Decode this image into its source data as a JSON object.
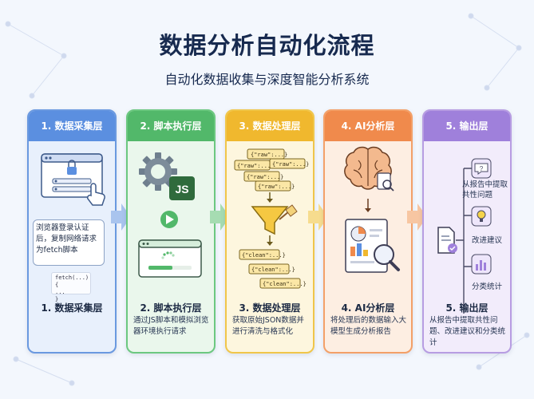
{
  "title": "数据分析自动化流程",
  "subtitle": "自动化数据收集与深度智能分析系统",
  "stages": [
    {
      "header": "1. 数据采集层",
      "footer_title": "1. 数据采集层",
      "bubble": "浏览器登录认证后，复制网络请求为fetch脚本",
      "code": [
        "fetch(...) {",
        "  ...",
        "}"
      ]
    },
    {
      "header": "2. 脚本执行层",
      "badge": "JS",
      "footer_title": "2. 脚本执行层",
      "desc": "通过JS脚本和模拟浏览器环境执行请求"
    },
    {
      "header": "3. 数据处理层",
      "raw_tags": [
        "{\"raw\":...}",
        "{\"raw\":...}",
        "{\"raw\":...}",
        "{\"raw\":...}",
        "{\"raw\":...}"
      ],
      "clean_tags": [
        "{\"clean\":...}",
        "{\"clean\":...}",
        "{\"clean\":...}"
      ],
      "footer_title": "3. 数据处理层",
      "desc": "获取原始JSON数据并进行清洗与格式化"
    },
    {
      "header": "4. AI分析层",
      "footer_title": "4. AI分析层",
      "desc": "将处理后的数据输入大模型生成分析报告"
    },
    {
      "header": "5. 输出层",
      "outputs": [
        "从报告中提取共性问题",
        "改进建议",
        "分类统计"
      ],
      "footer_title": "5. 输出层",
      "desc": "从报告中提取共性问题、改进建议和分类统计"
    }
  ],
  "colors": {
    "stage1": "#5b8fe0",
    "stage2": "#52b86a",
    "stage3": "#f0b82e",
    "stage4": "#f08a4c",
    "stage5": "#9f80db"
  }
}
